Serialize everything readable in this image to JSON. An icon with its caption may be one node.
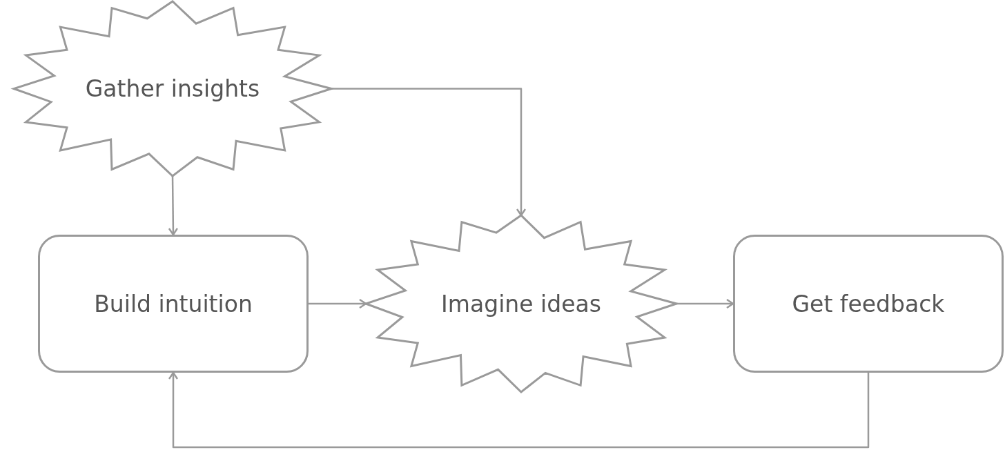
{
  "diagram": {
    "nodes": [
      {
        "text": [
          "Gather insights"
        ]
      },
      {
        "text": [
          "Build intuition"
        ]
      },
      {
        "text": [
          "Imagine ideas"
        ]
      },
      {
        "text": [
          "Get feedback"
        ]
      }
    ],
    "edges": [
      {
        "from": 0,
        "to": 1,
        "arrow": "to"
      },
      {
        "from": 0,
        "to": 2,
        "arrow": "to"
      },
      {
        "from": 1,
        "to": 2,
        "arrow": "to"
      },
      {
        "from": 2,
        "to": 3,
        "arrow": "to"
      },
      {
        "from": 3,
        "to": 1,
        "arrow": "to"
      }
    ]
  }
}
